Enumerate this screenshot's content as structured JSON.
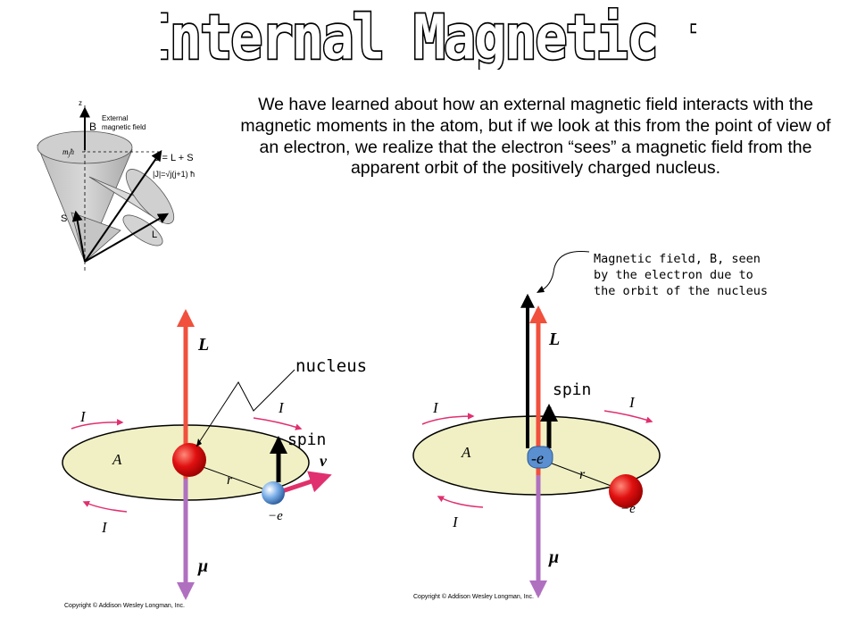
{
  "title": "The Internal Magnetic field",
  "intro_text": "We have learned about how an external magnetic field interacts with the magnetic moments in the atom, but if we look at this from the point of view of an electron, we realize that the electron “sees” a magnetic field from the apparent orbit of the positively charged nucleus.",
  "vector_diagram": {
    "axis_z": "z",
    "b_label": "B",
    "external_label_line1": "External",
    "external_label_line2": "magnetic field",
    "mj_label": "m",
    "mj_sub": "j",
    "hbar": "ħ",
    "j_equation": "J = L + S",
    "j_magnitude": "|J|=√j(j+1) ħ",
    "s_label": "S",
    "l_label": "L"
  },
  "left_figure": {
    "l_label": "L",
    "mu_label": "μ",
    "current_label": "I",
    "area_label": "A",
    "r_label": "r",
    "electron_label": "−e",
    "v_label": "v",
    "nucleus_label": "nucleus",
    "spin_label": "spin",
    "copyright": "Copyright © Addison Wesley Longman, Inc."
  },
  "right_figure": {
    "l_label": "L",
    "mu_label": "μ",
    "current_label": "I",
    "area_label": "A",
    "r_label": "r",
    "electron_label": "-e",
    "nucleus_electron_label": "−e",
    "spin_label": "spin",
    "copyright": "Copyright © Addison Wesley Longman, Inc.",
    "field_note_line1": "Magnetic field, B, seen",
    "field_note_line2": "by the electron due to",
    "field_note_line3": "the orbit of the nucleus"
  },
  "colors": {
    "orbit_fill": "#f0f0c4",
    "l_vector": "#f0503c",
    "mu_vector": "#b070c0",
    "nucleus": "#e01010",
    "electron": "#5a8fd0",
    "current_arrows": "#e03070",
    "velocity": "#e0306a"
  }
}
